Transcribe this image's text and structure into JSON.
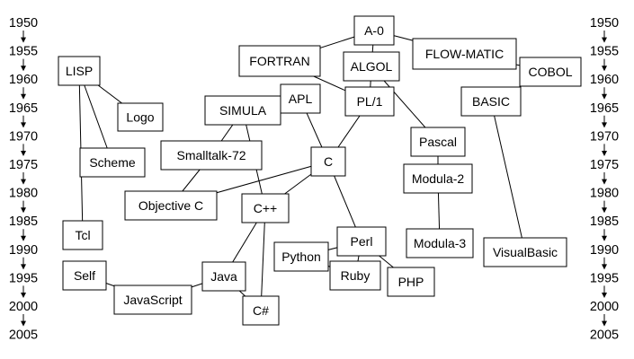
{
  "timeline": {
    "years": [
      "1950",
      "1955",
      "1960",
      "1965",
      "1970",
      "1975",
      "1980",
      "1985",
      "1990",
      "1995",
      "2000",
      "2005"
    ]
  },
  "languages": {
    "a0": "A-0",
    "fortran": "FORTRAN",
    "flowmatic": "FLOW-MATIC",
    "algol": "ALGOL",
    "lisp": "LISP",
    "cobol": "COBOL",
    "apl": "APL",
    "pl1": "PL/1",
    "basic": "BASIC",
    "logo": "Logo",
    "simula": "SIMULA",
    "pascal": "Pascal",
    "smalltalk": "Smalltalk-72",
    "c": "C",
    "scheme": "Scheme",
    "modula2": "Modula-2",
    "objc": "Objective C",
    "cpp": "C++",
    "tcl": "Tcl",
    "perl": "Perl",
    "modula3": "Modula-3",
    "visualbasic": "VisualBasic",
    "python": "Python",
    "self": "Self",
    "java": "Java",
    "ruby": "Ruby",
    "php": "PHP",
    "javascript": "JavaScript",
    "csharp": "C#"
  },
  "edges": [
    [
      "a0",
      "fortran"
    ],
    [
      "a0",
      "flowmatic"
    ],
    [
      "a0",
      "algol"
    ],
    [
      "flowmatic",
      "cobol"
    ],
    [
      "fortran",
      "pl1"
    ],
    [
      "algol",
      "pl1"
    ],
    [
      "algol",
      "pascal"
    ],
    [
      "lisp",
      "logo"
    ],
    [
      "lisp",
      "scheme"
    ],
    [
      "lisp",
      "tcl"
    ],
    [
      "apl",
      "c"
    ],
    [
      "pl1",
      "c"
    ],
    [
      "simula",
      "smalltalk"
    ],
    [
      "simula",
      "cpp"
    ],
    [
      "pascal",
      "modula2"
    ],
    [
      "modula2",
      "modula3"
    ],
    [
      "basic",
      "visualbasic"
    ],
    [
      "smalltalk",
      "objc"
    ],
    [
      "c",
      "objc"
    ],
    [
      "c",
      "cpp"
    ],
    [
      "c",
      "perl"
    ],
    [
      "perl",
      "python"
    ],
    [
      "perl",
      "php"
    ],
    [
      "perl",
      "ruby"
    ],
    [
      "python",
      "ruby"
    ],
    [
      "cpp",
      "java"
    ],
    [
      "cpp",
      "csharp"
    ],
    [
      "java",
      "javascript"
    ],
    [
      "java",
      "csharp"
    ],
    [
      "self",
      "javascript"
    ]
  ]
}
